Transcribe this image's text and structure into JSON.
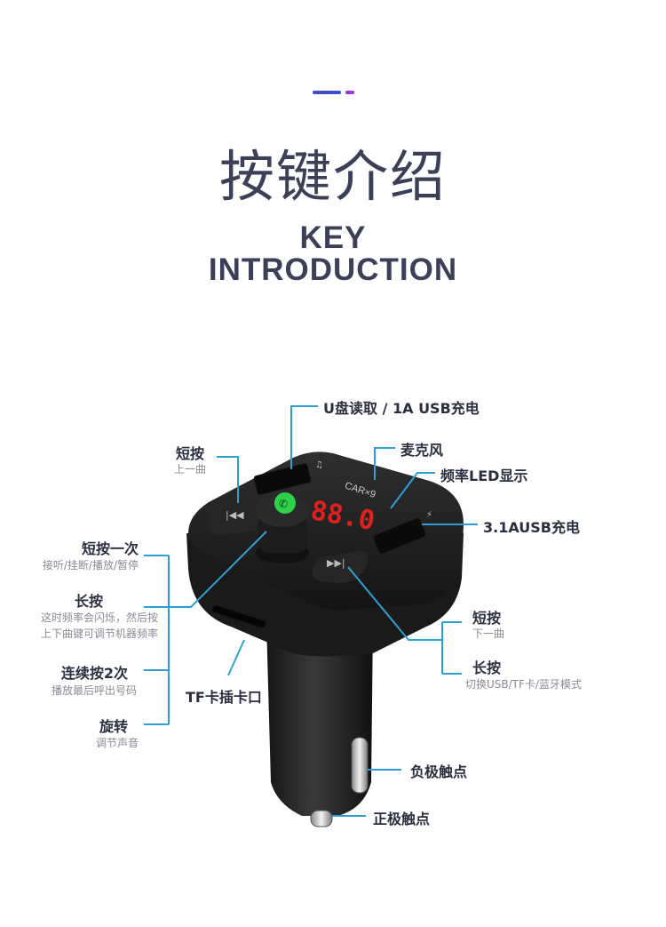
{
  "header": {
    "title_cn": "按键介绍",
    "title_en_line1": "KEY",
    "title_en_line2": "INTRODUCTION",
    "accent_colors": [
      "#3f4cc8",
      "#9a36d8"
    ]
  },
  "device": {
    "model_text": "CAR×9",
    "display_text": "88.0",
    "display_color": "#e0201f",
    "knob_light_color": "#2fd14a"
  },
  "callout_color": "#2e9fd6",
  "callouts": {
    "usb_read": {
      "label": "U盘读取 / 1A USB充电"
    },
    "mic": {
      "label": "麦克风"
    },
    "led": {
      "label": "频率LED显示"
    },
    "usb_charge": {
      "label": "3.1AUSB充电"
    },
    "prev_short": {
      "label": "短按",
      "sub": "上一曲"
    },
    "knob_short": {
      "label": "短按一次",
      "sub": "接听/挂断/播放/暂停"
    },
    "knob_long": {
      "label": "长按",
      "sub_line1": "这时频率会闪烁，然后按",
      "sub_line2": "上下曲键可调节机器频率"
    },
    "knob_double": {
      "label": "连续按2次",
      "sub": "播放最后呼出号码"
    },
    "knob_rotate": {
      "label": "旋转",
      "sub": "调节声音"
    },
    "tf_slot": {
      "label": "TF卡插卡口"
    },
    "next_short": {
      "label": "短按",
      "sub": "下一曲"
    },
    "next_long": {
      "label": "长按",
      "sub": "切换USB/TF卡/蓝牙模式"
    },
    "negative": {
      "label": "负极触点"
    },
    "positive": {
      "label": "正极触点"
    }
  }
}
